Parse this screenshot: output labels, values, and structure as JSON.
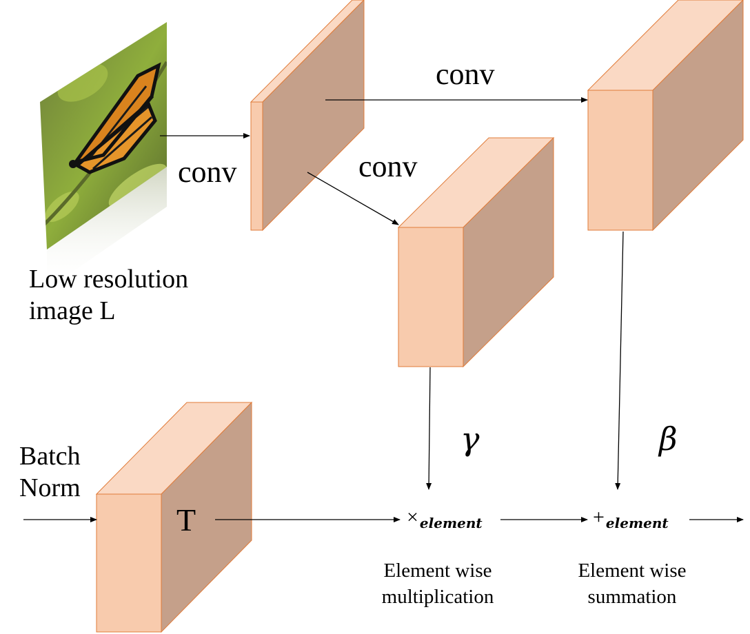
{
  "labels": {
    "conv_left": "conv",
    "conv_top": "conv",
    "conv_mid": "conv",
    "input_caption_line1": "Low resolution",
    "input_caption_line2": "image L",
    "batch_norm_line1": "Batch",
    "batch_norm_line2": "Norm",
    "t_label": "T",
    "gamma": "γ",
    "beta": "β",
    "mult_symbol": "×",
    "mult_subscript": "element",
    "sum_symbol": "+",
    "sum_subscript": "element",
    "mult_caption_line1": "Element wise",
    "mult_caption_line2": "multiplication",
    "sum_caption_line1": "Element wise",
    "sum_caption_line2": "summation"
  },
  "colors": {
    "block_front": "#F8CBAD",
    "block_top": "#FAD9C4",
    "block_side": "#C5A08A",
    "block_edge": "#E07B39",
    "arrow": "#000000"
  },
  "image": {
    "subject": "monarch butterfly on leaves"
  }
}
